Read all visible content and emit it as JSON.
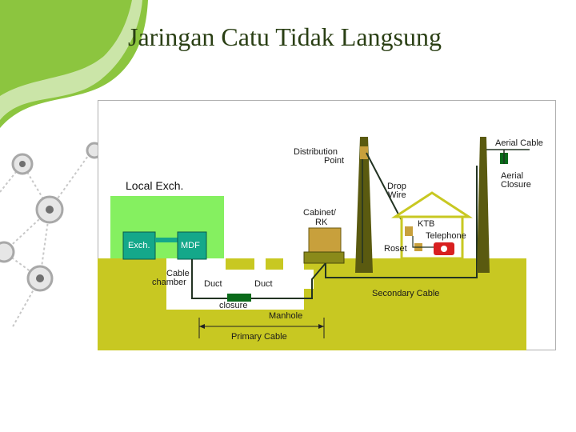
{
  "slide": {
    "title": "Jaringan Catu Tidak Langsung"
  },
  "diagram": {
    "local_exch": "Local Exch.",
    "exch": "Exch.",
    "mdf": "MDF",
    "cable_chamber_1": "Cable",
    "cable_chamber_2": "chamber",
    "duct_left": "Duct",
    "duct_right": "Duct",
    "closure": "closure",
    "manhole": "Manhole",
    "primary_cable": "Primary Cable",
    "cabinet_1": "Cabinet/",
    "cabinet_2": "RK",
    "distribution_point_1": "Distribution",
    "distribution_point_2": "Point",
    "drop_wire_1": "Drop",
    "drop_wire_2": "Wire",
    "ktb": "KTB",
    "telephone": "Telephone",
    "roset": "Roset",
    "secondary_cable": "Secondary Cable",
    "aerial_cable": "Aerial Cable",
    "aerial_closure_1": "Aerial",
    "aerial_closure_2": "Closure"
  },
  "colors": {
    "leaf_green": "#8cc53f",
    "ground": "#c8c822",
    "local_exch_bg": "#85f060",
    "equipment": "#14a88a",
    "pole": "#5a5a10",
    "cable": "#223322"
  }
}
